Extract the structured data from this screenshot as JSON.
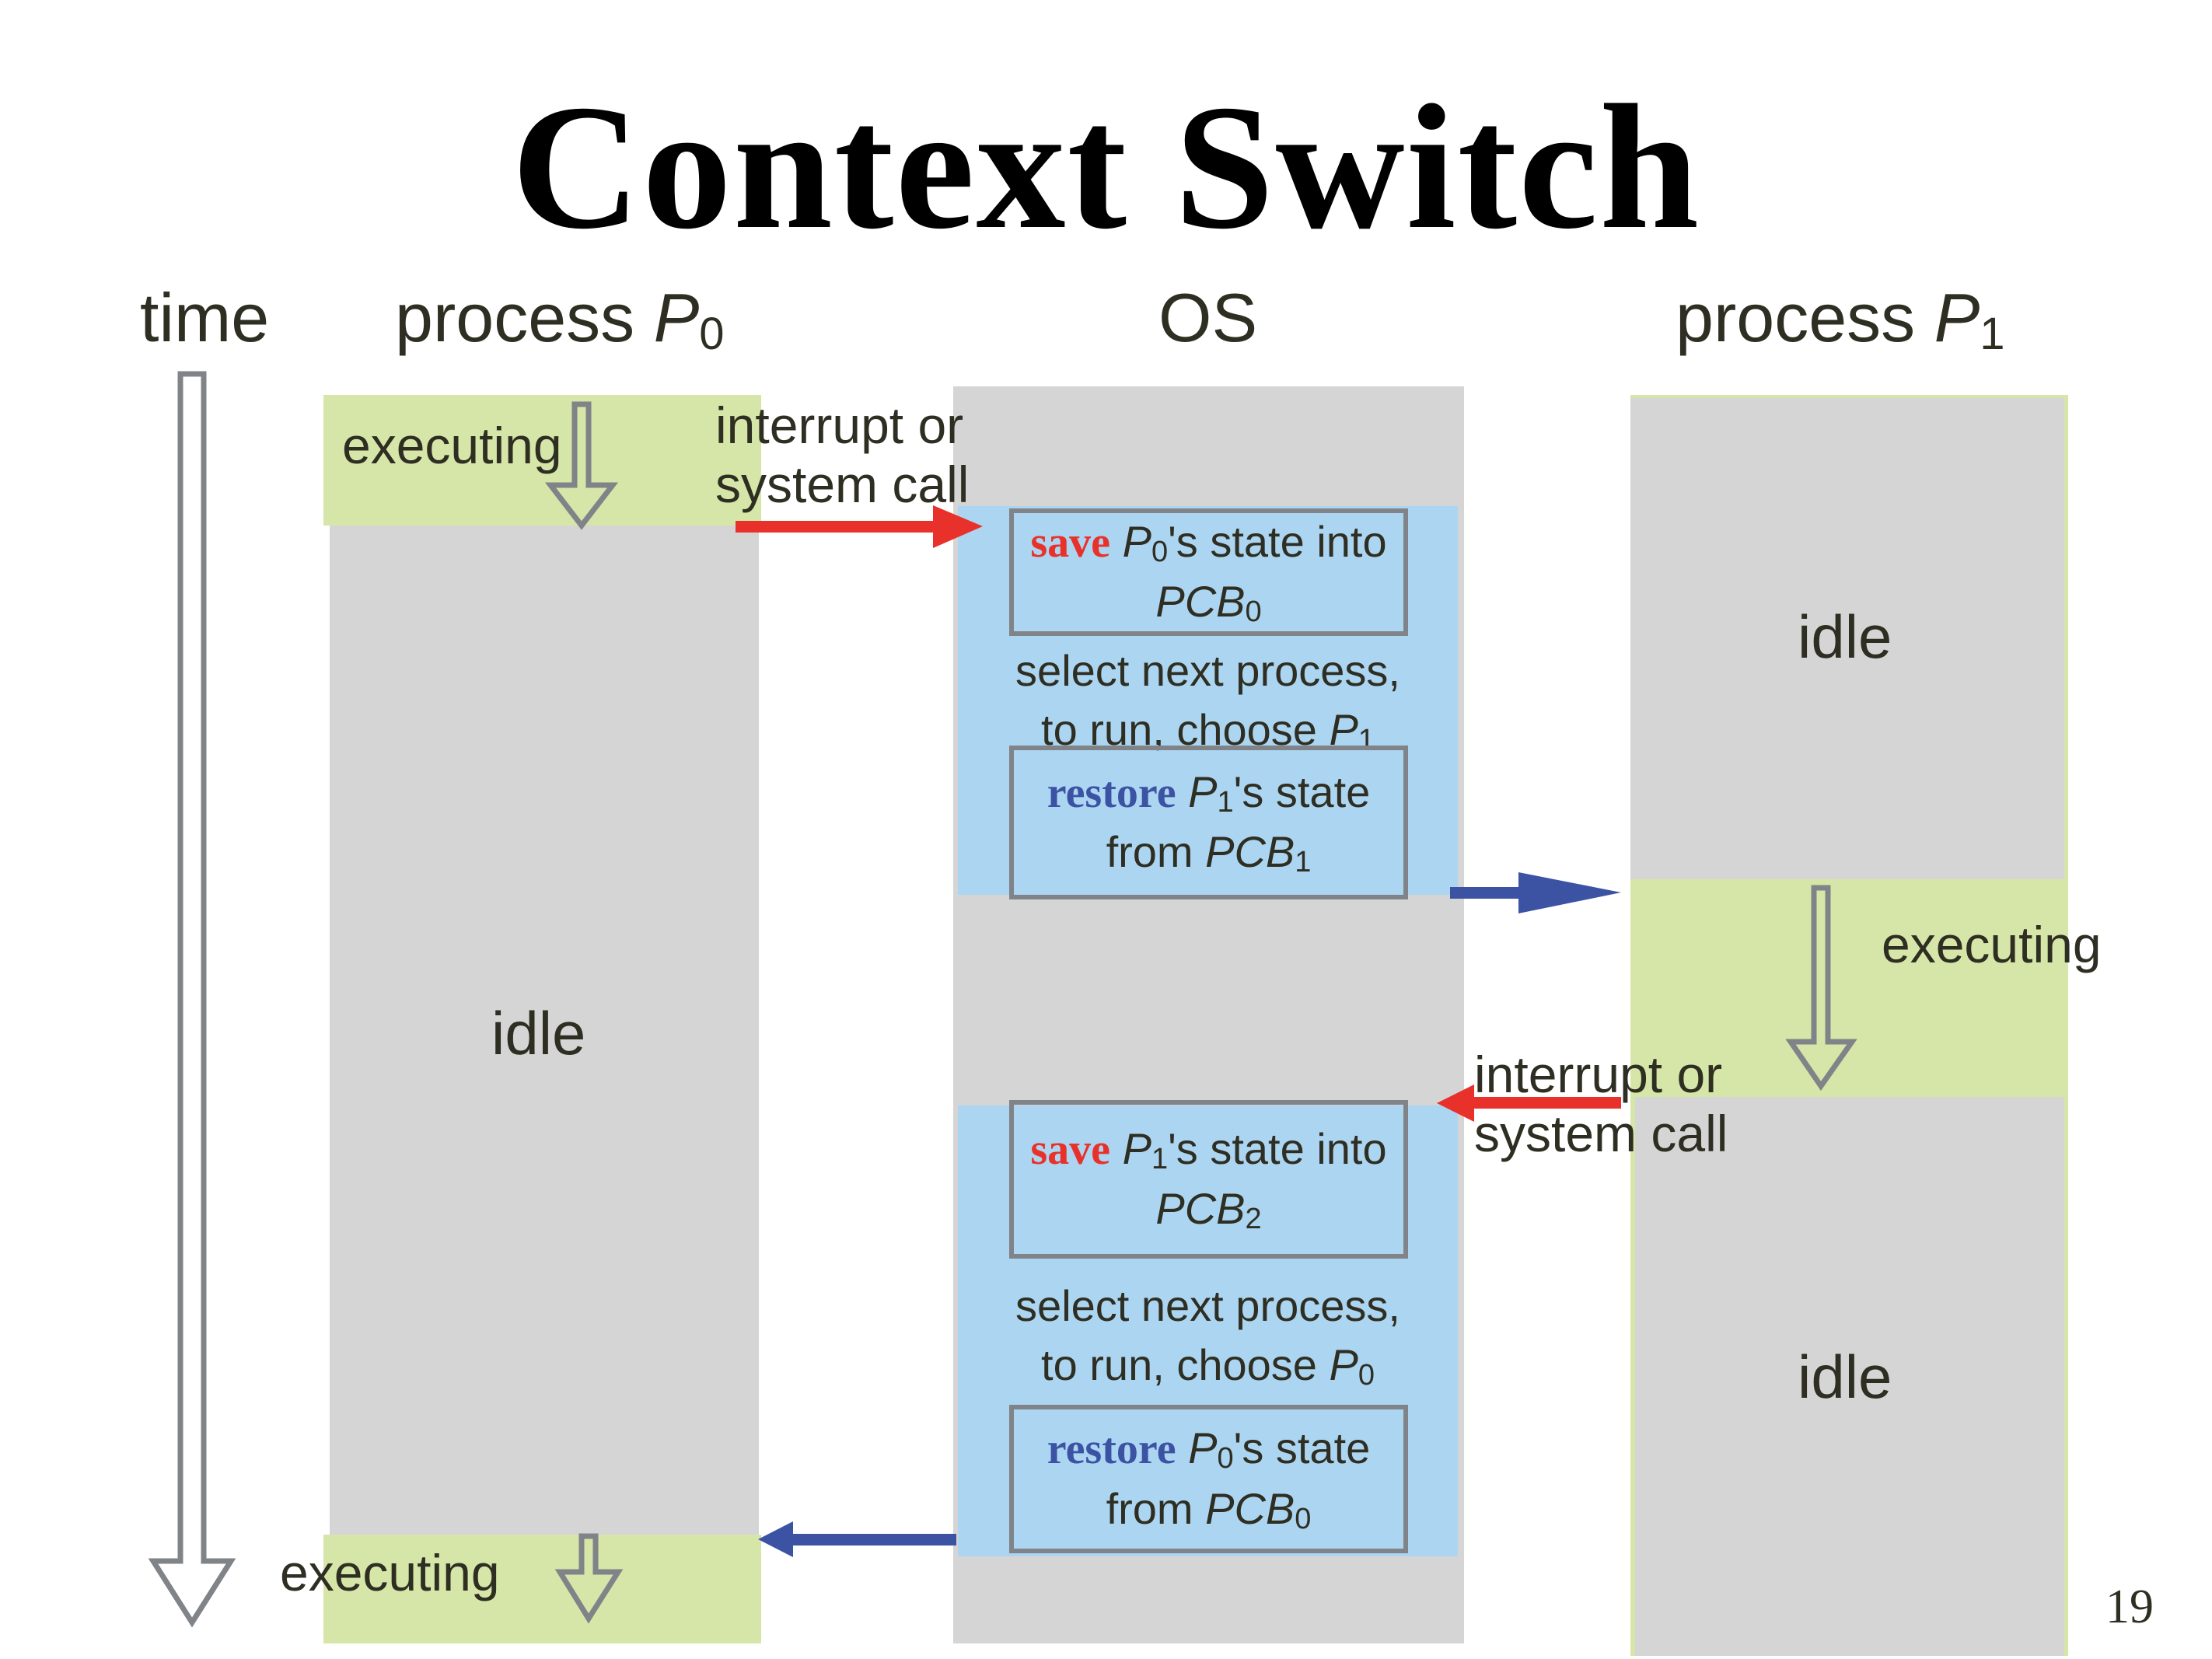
{
  "title": "Context Switch",
  "headers": {
    "time": "time",
    "p0_prefix": "process ",
    "p0_var": "P",
    "p0_sub": "0",
    "os": "OS",
    "p1_prefix": "process ",
    "p1_var": "P",
    "p1_sub": "1"
  },
  "p0": {
    "executing_top": "executing",
    "idle": "idle",
    "executing_bottom": "executing"
  },
  "p1": {
    "idle_top": "idle",
    "executing": "executing",
    "idle_bottom": "idle"
  },
  "transitions": {
    "p0_to_os_line1": "interrupt or",
    "p0_to_os_line2": "system call",
    "p1_to_os_line1": "interrupt or",
    "p1_to_os_line2": "system call"
  },
  "os": {
    "block1": {
      "save_keyword": "save",
      "save_var": "P",
      "save_sub": "0",
      "save_rest": "'s state into",
      "save_pcb": "PCB",
      "save_pcb_sub": "0",
      "select_line1": "select next process,",
      "select_line2": "to run, choose ",
      "select_var": "P",
      "select_sub": "1",
      "restore_keyword": "restore",
      "restore_var": "P",
      "restore_sub": "1",
      "restore_rest": "'s state",
      "restore_from": "from ",
      "restore_pcb": "PCB",
      "restore_pcb_sub": "1"
    },
    "block2": {
      "save_keyword": "save",
      "save_var": "P",
      "save_sub": "1",
      "save_rest": "'s state into",
      "save_pcb": "PCB",
      "save_pcb_sub": "2",
      "select_line1": "select next process,",
      "select_line2": "to run, choose ",
      "select_var": "P",
      "select_sub": "0",
      "restore_keyword": "restore",
      "restore_var": "P",
      "restore_sub": "0",
      "restore_rest": "'s state",
      "restore_from": "from ",
      "restore_pcb": "PCB",
      "restore_pcb_sub": "0"
    }
  },
  "colors": {
    "executing": "#d6e6a8",
    "idle": "#d5d5d5",
    "os_active": "#acd5f1",
    "save": "#e8312b",
    "restore": "#3c53a4",
    "arrow_outline": "#808488"
  },
  "page_number": "19"
}
